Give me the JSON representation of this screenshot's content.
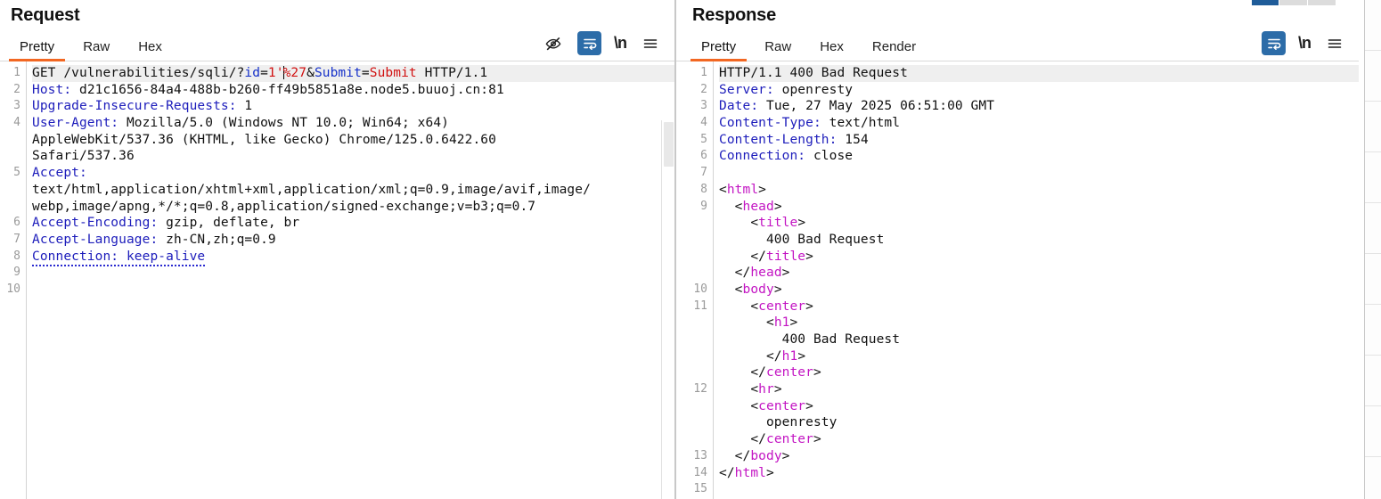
{
  "request": {
    "title": "Request",
    "tabs": [
      {
        "label": "Pretty",
        "active": true
      },
      {
        "label": "Raw",
        "active": false
      },
      {
        "label": "Hex",
        "active": false
      }
    ],
    "actions": [
      {
        "name": "eye-slash-icon",
        "label": ""
      },
      {
        "name": "word-wrap-icon",
        "label": ""
      },
      {
        "name": "newline-icon",
        "label": "\\n"
      },
      {
        "name": "hamburger-menu-icon",
        "label": ""
      }
    ],
    "gutter": [
      "1",
      "2",
      "3",
      "4",
      "",
      "",
      "5",
      "",
      "",
      "6",
      "7",
      "8",
      "9",
      "10"
    ],
    "lines": [
      {
        "highlight": true,
        "tokens": [
          {
            "t": "GET /vulnerabilities/sqli/?",
            "c": "plain"
          },
          {
            "t": "id",
            "c": "blue"
          },
          {
            "t": "=",
            "c": "plain"
          },
          {
            "t": "1'",
            "c": "red"
          },
          {
            "t": "",
            "c": "caret"
          },
          {
            "t": "%27",
            "c": "red"
          },
          {
            "t": "&",
            "c": "plain"
          },
          {
            "t": "Submit",
            "c": "blue"
          },
          {
            "t": "=",
            "c": "plain"
          },
          {
            "t": "Submit",
            "c": "red"
          },
          {
            "t": " HTTP/1.1",
            "c": "plain"
          }
        ]
      },
      {
        "highlight": false,
        "tokens": [
          {
            "t": "Host:",
            "c": "hdr"
          },
          {
            "t": " d21c1656-84a4-488b-b260-ff49b5851a8e.node5.buuoj.cn:81",
            "c": "plain"
          }
        ]
      },
      {
        "highlight": false,
        "tokens": [
          {
            "t": "Upgrade-Insecure-Requests:",
            "c": "hdr"
          },
          {
            "t": " 1",
            "c": "plain"
          }
        ]
      },
      {
        "highlight": false,
        "tokens": [
          {
            "t": "User-Agent:",
            "c": "hdr"
          },
          {
            "t": " Mozilla/5.0 (Windows NT 10.0; Win64; x64)",
            "c": "plain"
          }
        ]
      },
      {
        "highlight": false,
        "tokens": [
          {
            "t": "AppleWebKit/537.36 (KHTML, like Gecko) Chrome/125.0.6422.60",
            "c": "plain"
          }
        ]
      },
      {
        "highlight": false,
        "tokens": [
          {
            "t": "Safari/537.36",
            "c": "plain"
          }
        ]
      },
      {
        "highlight": false,
        "tokens": [
          {
            "t": "Accept:",
            "c": "hdr"
          }
        ]
      },
      {
        "highlight": false,
        "tokens": [
          {
            "t": "text/html,application/xhtml+xml,application/xml;q=0.9,image/avif,image/",
            "c": "plain"
          }
        ]
      },
      {
        "highlight": false,
        "tokens": [
          {
            "t": "webp,image/apng,*/*;q=0.8,application/signed-exchange;v=b3;q=0.7",
            "c": "plain"
          }
        ]
      },
      {
        "highlight": false,
        "tokens": [
          {
            "t": "Accept-Encoding:",
            "c": "hdr"
          },
          {
            "t": " gzip, deflate, br",
            "c": "plain"
          }
        ]
      },
      {
        "highlight": false,
        "tokens": [
          {
            "t": "Accept-Language:",
            "c": "hdr"
          },
          {
            "t": " zh-CN,zh;q=0.9",
            "c": "plain"
          }
        ]
      },
      {
        "highlight": false,
        "tokens": [
          {
            "t": "Connection: keep-alive",
            "c": "hdr-underline"
          }
        ]
      },
      {
        "highlight": false,
        "tokens": []
      },
      {
        "highlight": false,
        "tokens": []
      }
    ]
  },
  "response": {
    "title": "Response",
    "tabs": [
      {
        "label": "Pretty",
        "active": true
      },
      {
        "label": "Raw",
        "active": false
      },
      {
        "label": "Hex",
        "active": false
      },
      {
        "label": "Render",
        "active": false
      }
    ],
    "actions": [
      {
        "name": "word-wrap-icon",
        "label": ""
      },
      {
        "name": "newline-icon",
        "label": "\\n"
      },
      {
        "name": "hamburger-menu-icon",
        "label": ""
      }
    ],
    "gutter": [
      "1",
      "2",
      "3",
      "4",
      "5",
      "6",
      "7",
      "8",
      "9",
      "",
      "",
      "",
      "",
      "10",
      "11",
      "",
      "",
      "",
      "",
      "12",
      "",
      "",
      "",
      "13",
      "14",
      "15"
    ],
    "lines": [
      {
        "highlight": true,
        "tokens": [
          {
            "t": "HTTP/1.1 400 Bad Request",
            "c": "plain"
          }
        ]
      },
      {
        "highlight": false,
        "tokens": [
          {
            "t": "Server:",
            "c": "hdr"
          },
          {
            "t": " openresty",
            "c": "plain"
          }
        ]
      },
      {
        "highlight": false,
        "tokens": [
          {
            "t": "Date:",
            "c": "hdr"
          },
          {
            "t": " Tue, 27 May 2025 06:51:00 GMT",
            "c": "plain"
          }
        ]
      },
      {
        "highlight": false,
        "tokens": [
          {
            "t": "Content-Type:",
            "c": "hdr"
          },
          {
            "t": " text/html",
            "c": "plain"
          }
        ]
      },
      {
        "highlight": false,
        "tokens": [
          {
            "t": "Content-Length:",
            "c": "hdr"
          },
          {
            "t": " 154",
            "c": "plain"
          }
        ]
      },
      {
        "highlight": false,
        "tokens": [
          {
            "t": "Connection:",
            "c": "hdr"
          },
          {
            "t": " close",
            "c": "plain"
          }
        ]
      },
      {
        "highlight": false,
        "tokens": []
      },
      {
        "highlight": false,
        "tokens": [
          {
            "t": "<",
            "c": "plain"
          },
          {
            "t": "html",
            "c": "tag"
          },
          {
            "t": ">",
            "c": "plain"
          }
        ]
      },
      {
        "highlight": false,
        "tokens": [
          {
            "t": "  <",
            "c": "plain"
          },
          {
            "t": "head",
            "c": "tag"
          },
          {
            "t": ">",
            "c": "plain"
          }
        ]
      },
      {
        "highlight": false,
        "tokens": [
          {
            "t": "    <",
            "c": "plain"
          },
          {
            "t": "title",
            "c": "tag"
          },
          {
            "t": ">",
            "c": "plain"
          }
        ]
      },
      {
        "highlight": false,
        "tokens": [
          {
            "t": "      400 Bad Request",
            "c": "plain"
          }
        ]
      },
      {
        "highlight": false,
        "tokens": [
          {
            "t": "    </",
            "c": "plain"
          },
          {
            "t": "title",
            "c": "tag"
          },
          {
            "t": ">",
            "c": "plain"
          }
        ]
      },
      {
        "highlight": false,
        "tokens": [
          {
            "t": "  </",
            "c": "plain"
          },
          {
            "t": "head",
            "c": "tag"
          },
          {
            "t": ">",
            "c": "plain"
          }
        ]
      },
      {
        "highlight": false,
        "tokens": [
          {
            "t": "  <",
            "c": "plain"
          },
          {
            "t": "body",
            "c": "tag"
          },
          {
            "t": ">",
            "c": "plain"
          }
        ]
      },
      {
        "highlight": false,
        "tokens": [
          {
            "t": "    <",
            "c": "plain"
          },
          {
            "t": "center",
            "c": "tag"
          },
          {
            "t": ">",
            "c": "plain"
          }
        ]
      },
      {
        "highlight": false,
        "tokens": [
          {
            "t": "      <",
            "c": "plain"
          },
          {
            "t": "h1",
            "c": "tag"
          },
          {
            "t": ">",
            "c": "plain"
          }
        ]
      },
      {
        "highlight": false,
        "tokens": [
          {
            "t": "        400 Bad Request",
            "c": "plain"
          }
        ]
      },
      {
        "highlight": false,
        "tokens": [
          {
            "t": "      </",
            "c": "plain"
          },
          {
            "t": "h1",
            "c": "tag"
          },
          {
            "t": ">",
            "c": "plain"
          }
        ]
      },
      {
        "highlight": false,
        "tokens": [
          {
            "t": "    </",
            "c": "plain"
          },
          {
            "t": "center",
            "c": "tag"
          },
          {
            "t": ">",
            "c": "plain"
          }
        ]
      },
      {
        "highlight": false,
        "tokens": [
          {
            "t": "    <",
            "c": "plain"
          },
          {
            "t": "hr",
            "c": "tag"
          },
          {
            "t": ">",
            "c": "plain"
          }
        ]
      },
      {
        "highlight": false,
        "tokens": [
          {
            "t": "    <",
            "c": "plain"
          },
          {
            "t": "center",
            "c": "tag"
          },
          {
            "t": ">",
            "c": "plain"
          }
        ]
      },
      {
        "highlight": false,
        "tokens": [
          {
            "t": "      openresty",
            "c": "plain"
          }
        ]
      },
      {
        "highlight": false,
        "tokens": [
          {
            "t": "    </",
            "c": "plain"
          },
          {
            "t": "center",
            "c": "tag"
          },
          {
            "t": ">",
            "c": "plain"
          }
        ]
      },
      {
        "highlight": false,
        "tokens": [
          {
            "t": "  </",
            "c": "plain"
          },
          {
            "t": "body",
            "c": "tag"
          },
          {
            "t": ">",
            "c": "plain"
          }
        ]
      },
      {
        "highlight": false,
        "tokens": [
          {
            "t": "</",
            "c": "plain"
          },
          {
            "t": "html",
            "c": "tag"
          },
          {
            "t": ">",
            "c": "plain"
          }
        ]
      },
      {
        "highlight": false,
        "tokens": []
      }
    ]
  },
  "colors": {
    "accent_orange": "#f26722",
    "header_blue": "#1d1dbb",
    "value_red": "#d11111",
    "tag_magenta": "#c315c3",
    "toggle_blue": "#2c6ca8",
    "tabstrip_active": "#1f5c99"
  }
}
